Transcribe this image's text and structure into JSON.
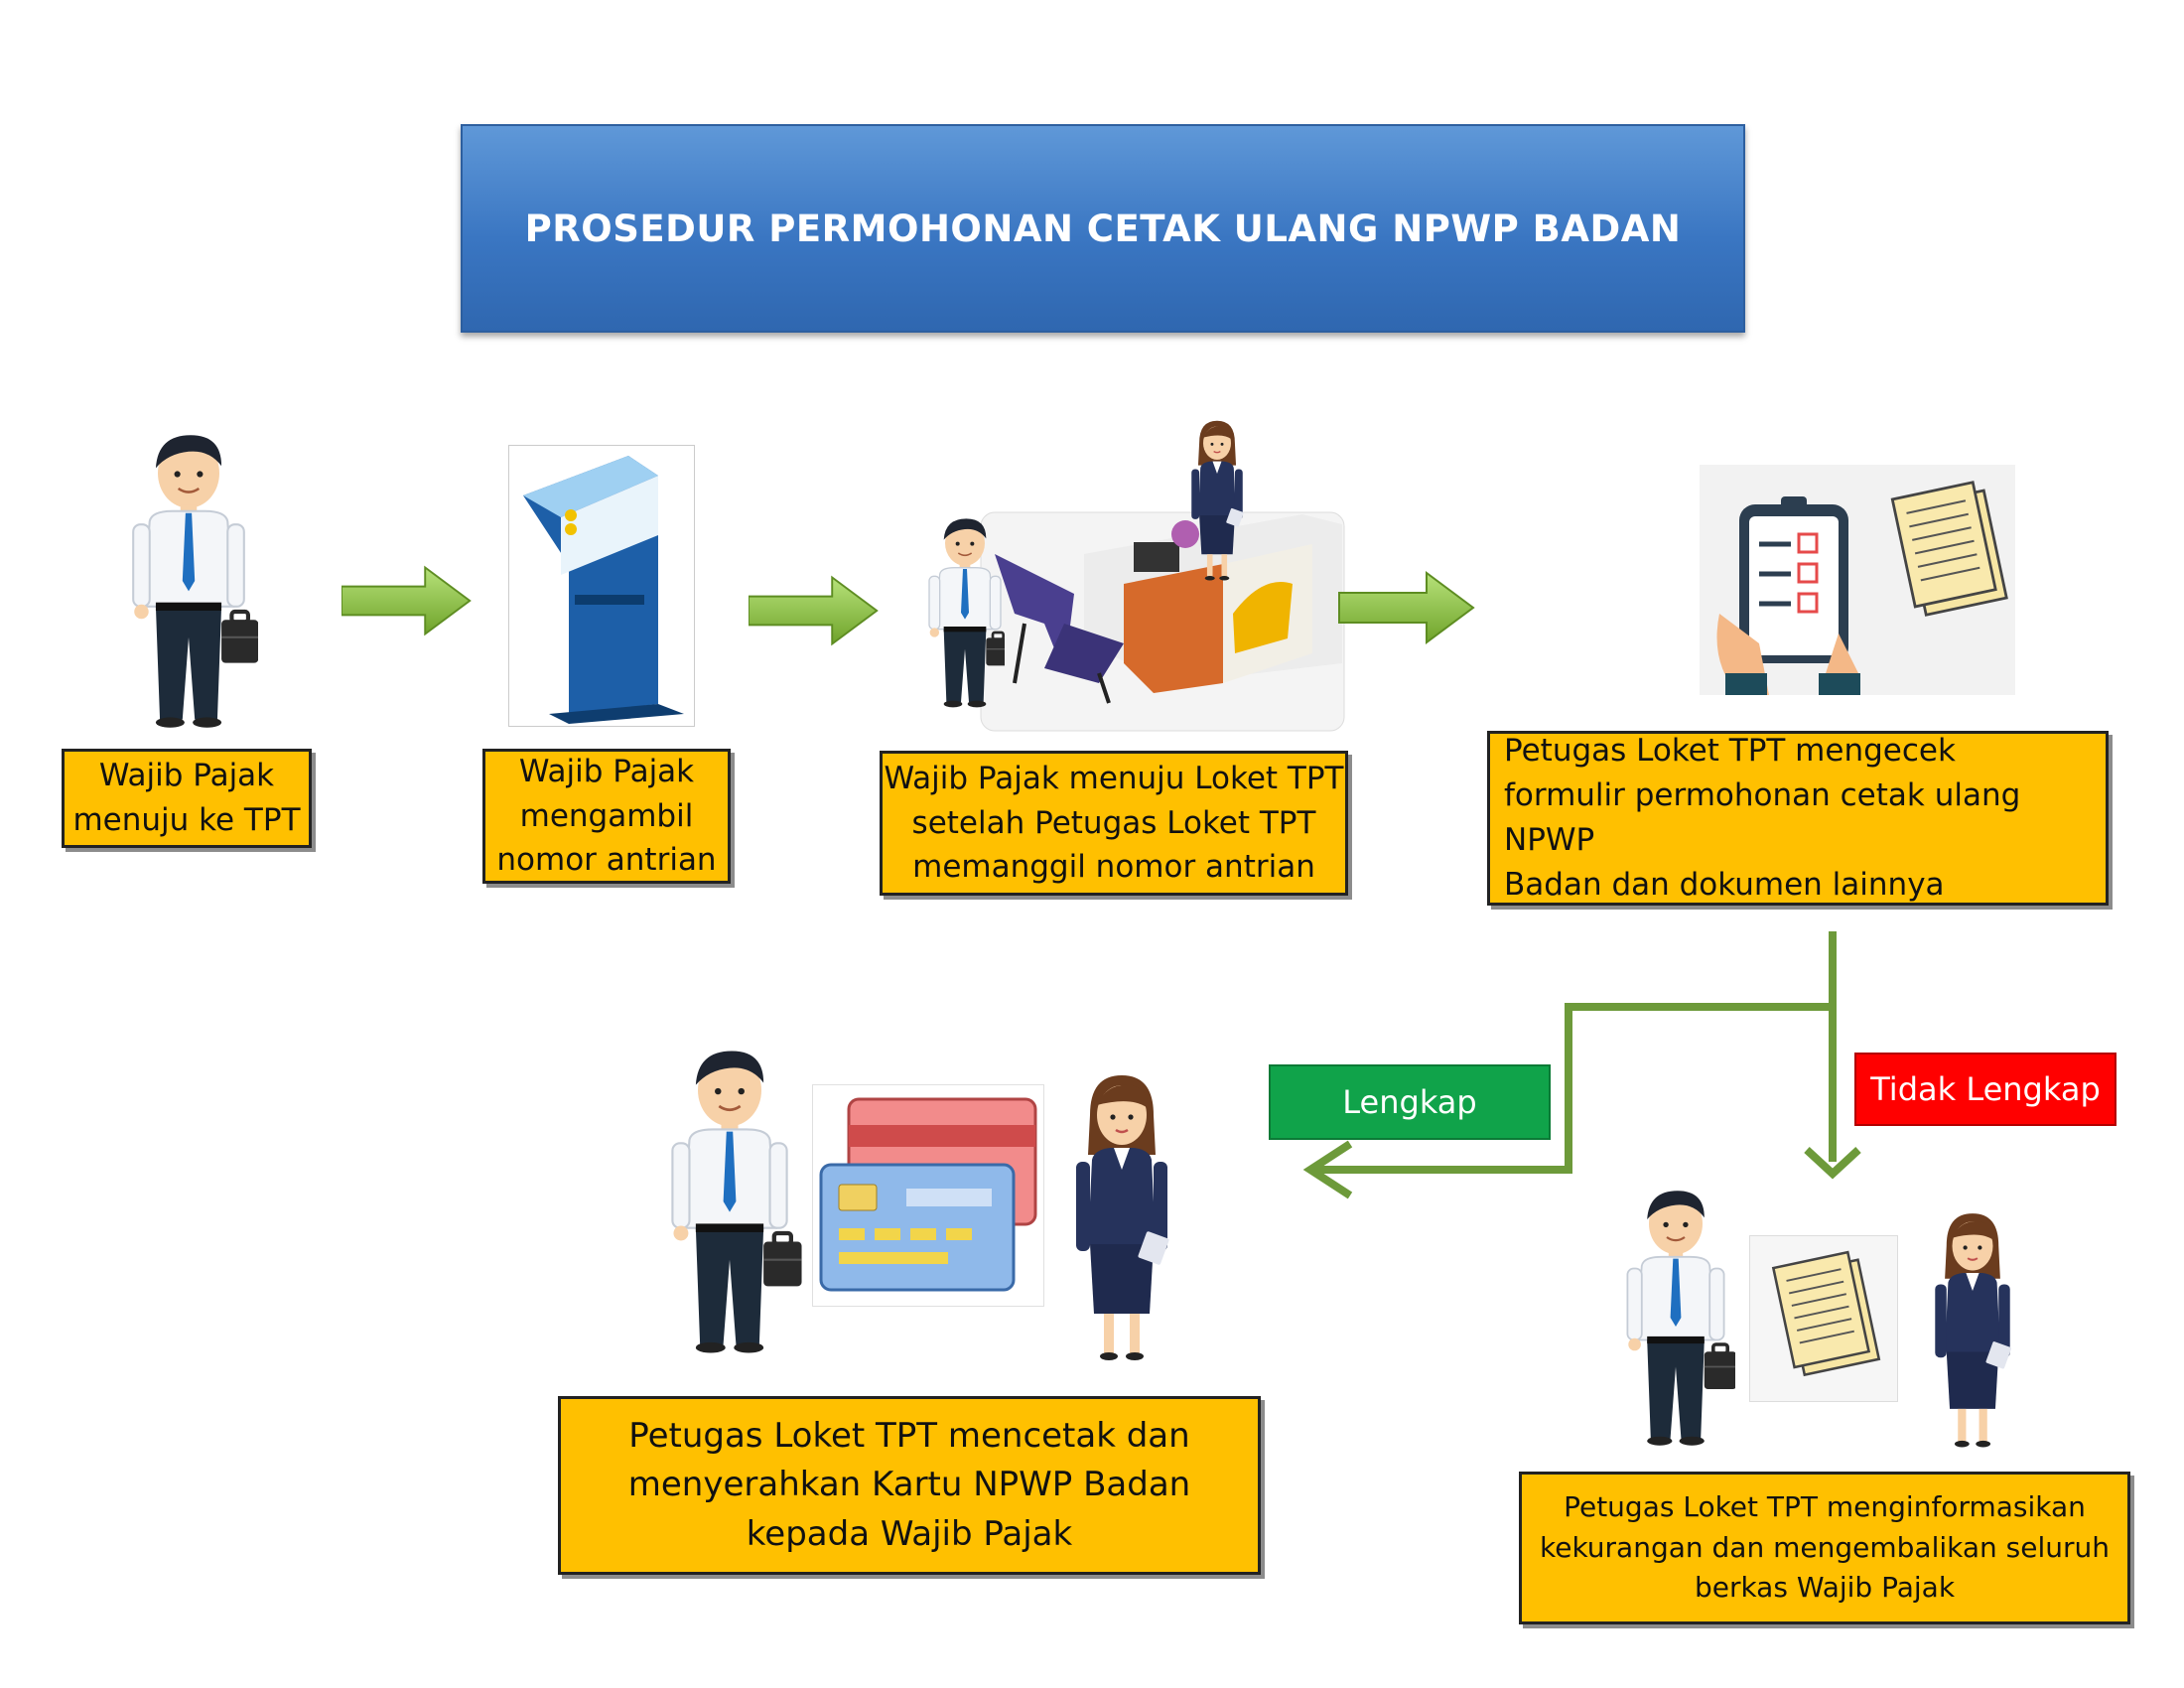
{
  "title": "PROSEDUR PERMOHONAN CETAK ULANG NPWP BADAN",
  "steps": {
    "step1": "Wajib Pajak\nmenuju ke TPT",
    "step2": "Wajib Pajak\nmengambil\nnomor antrian",
    "step3": "Wajib Pajak menuju Loket TPT\nsetelah Petugas Loket TPT\nmemanggil nomor antrian",
    "step4": "Petugas Loket TPT mengecek\nformulir permohonan cetak ulang NPWP\nBadan dan dokumen lainnya",
    "step5": "Petugas Loket TPT mencetak dan\nmenyerahkan Kartu NPWP Badan\nkepada Wajib Pajak",
    "step6": "Petugas Loket TPT menginformasikan\nkekurangan dan mengembalikan seluruh\nberkas Wajib Pajak"
  },
  "branches": {
    "complete": "Lengkap",
    "incomplete": "Tidak Lengkap"
  },
  "colors": {
    "title_bg": "#3a76c2",
    "step_box": "#ffc000",
    "arrow": "#8dc63f",
    "connector": "#6d9a3a",
    "complete": "#10a34a",
    "incomplete": "#ff0000"
  },
  "icons": [
    "businessman-icon",
    "queue-kiosk-icon",
    "service-counter-icon",
    "checklist-icon",
    "npwp-card-icon",
    "documents-icon",
    "female-officer-icon"
  ]
}
